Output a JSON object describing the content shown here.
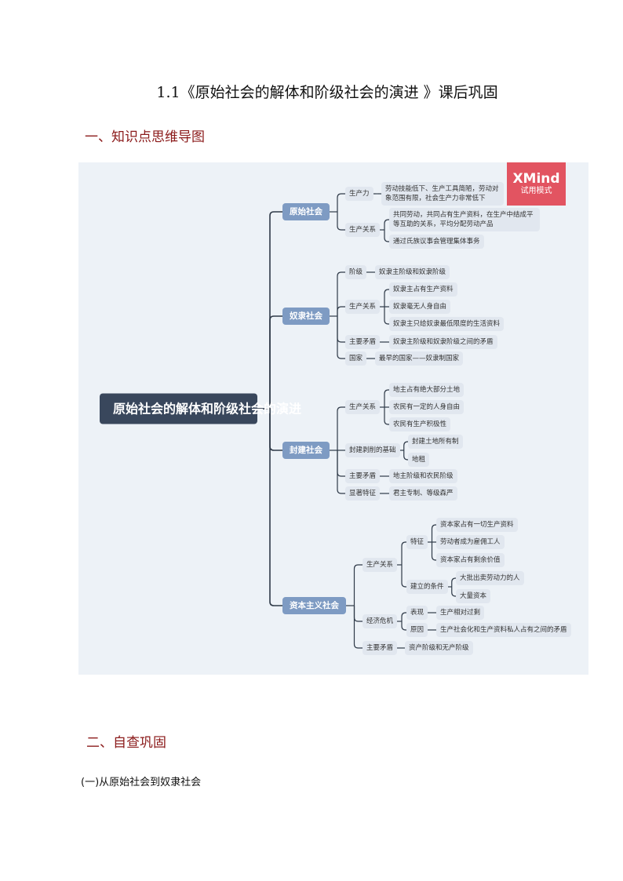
{
  "title": "1.1《原始社会的解体和阶级社会的演进 》课后巩固",
  "section1": "一、知识点思维导图",
  "section2": "二、自查巩固",
  "subsection": "(一)从原始社会到奴隶社会",
  "badge": {
    "brand": "XMind",
    "label": "试用模式",
    "color": "#e25461"
  },
  "colors": {
    "root": "#39475c",
    "branch": "#7e9bc3",
    "leaf_bg": "#e1e7ef",
    "map_bg": "#edf2f7",
    "heading": "#8b1a1a"
  },
  "mindmap": {
    "nodes": [
      {
        "id": "root",
        "parent": null,
        "text": "原始社会的解体和阶级社会的演进",
        "type": "root"
      },
      {
        "id": "b1",
        "parent": "root",
        "text": "原始社会",
        "type": "branch"
      },
      {
        "id": "b1a",
        "parent": "b1",
        "text": "生产力"
      },
      {
        "id": "b1a1",
        "parent": "b1a",
        "text": "劳动技能低下、生产工具简陋，劳动对象范围有限，社会生产力非常低下",
        "wrap": true
      },
      {
        "id": "b1b",
        "parent": "b1",
        "text": "生产关系"
      },
      {
        "id": "b1b1",
        "parent": "b1b",
        "text": "共同劳动，共同占有生产资料，在生产中结成平等互助的关系，平均分配劳动产品",
        "wrap": true
      },
      {
        "id": "b1b2",
        "parent": "b1b",
        "text": "通过氏族议事会管理集体事务"
      },
      {
        "id": "b2",
        "parent": "root",
        "text": "奴隶社会",
        "type": "branch"
      },
      {
        "id": "b2a",
        "parent": "b2",
        "text": "阶级"
      },
      {
        "id": "b2a1",
        "parent": "b2a",
        "text": "奴隶主阶级和奴隶阶级"
      },
      {
        "id": "b2b",
        "parent": "b2",
        "text": "生产关系"
      },
      {
        "id": "b2b1",
        "parent": "b2b",
        "text": "奴隶主占有生产资料"
      },
      {
        "id": "b2b2",
        "parent": "b2b",
        "text": "奴隶毫无人身自由"
      },
      {
        "id": "b2b3",
        "parent": "b2b",
        "text": "奴隶主只给奴隶最低限度的生活资料"
      },
      {
        "id": "b2c",
        "parent": "b2",
        "text": "主要矛盾"
      },
      {
        "id": "b2c1",
        "parent": "b2c",
        "text": "奴隶主阶级和奴隶阶级之间的矛盾"
      },
      {
        "id": "b2d",
        "parent": "b2",
        "text": "国家"
      },
      {
        "id": "b2d1",
        "parent": "b2d",
        "text": "最早的国家——奴隶制国家"
      },
      {
        "id": "b3",
        "parent": "root",
        "text": "封建社会",
        "type": "branch"
      },
      {
        "id": "b3a",
        "parent": "b3",
        "text": "生产关系"
      },
      {
        "id": "b3a1",
        "parent": "b3a",
        "text": "地主占有绝大部分土地"
      },
      {
        "id": "b3a2",
        "parent": "b3a",
        "text": "农民有一定的人身自由"
      },
      {
        "id": "b3a3",
        "parent": "b3a",
        "text": "农民有生产积极性"
      },
      {
        "id": "b3b",
        "parent": "b3",
        "text": "封建剥削的基础"
      },
      {
        "id": "b3b1",
        "parent": "b3b",
        "text": "封建土地所有制"
      },
      {
        "id": "b3b2",
        "parent": "b3b",
        "text": "地租"
      },
      {
        "id": "b3c",
        "parent": "b3",
        "text": "主要矛盾"
      },
      {
        "id": "b3c1",
        "parent": "b3c",
        "text": "地主阶级和农民阶级"
      },
      {
        "id": "b3d",
        "parent": "b3",
        "text": "显著特征"
      },
      {
        "id": "b3d1",
        "parent": "b3d",
        "text": "君主专制、等级森严"
      },
      {
        "id": "b4",
        "parent": "root",
        "text": "资本主义社会",
        "type": "branch"
      },
      {
        "id": "b4a",
        "parent": "b4",
        "text": "生产关系"
      },
      {
        "id": "b4a1",
        "parent": "b4a",
        "text": "特征"
      },
      {
        "id": "b4a1a",
        "parent": "b4a1",
        "text": "资本家占有一切生产资料"
      },
      {
        "id": "b4a1b",
        "parent": "b4a1",
        "text": "劳动者成为雇佣工人"
      },
      {
        "id": "b4a1c",
        "parent": "b4a1",
        "text": "资本家占有剩余价值"
      },
      {
        "id": "b4a2",
        "parent": "b4a",
        "text": "建立的条件"
      },
      {
        "id": "b4a2a",
        "parent": "b4a2",
        "text": "大批出卖劳动力的人"
      },
      {
        "id": "b4a2b",
        "parent": "b4a2",
        "text": "大量资本"
      },
      {
        "id": "b4b",
        "parent": "b4",
        "text": "经济危机"
      },
      {
        "id": "b4b1",
        "parent": "b4b",
        "text": "表现"
      },
      {
        "id": "b4b1a",
        "parent": "b4b1",
        "text": "生产相对过剩"
      },
      {
        "id": "b4b2",
        "parent": "b4b",
        "text": "原因"
      },
      {
        "id": "b4b2a",
        "parent": "b4b2",
        "text": "生产社会化和生产资料私人占有之间的矛盾"
      },
      {
        "id": "b4c",
        "parent": "b4",
        "text": "主要矛盾"
      },
      {
        "id": "b4c1",
        "parent": "b4c",
        "text": "资产阶级和无产阶级"
      }
    ]
  }
}
